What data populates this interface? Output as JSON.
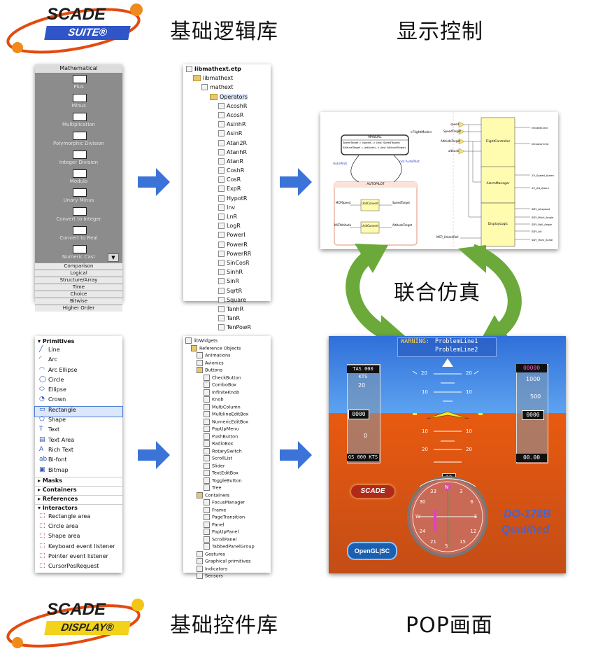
{
  "logos": {
    "top": {
      "line1": "SCADE",
      "line2": "SUITE®"
    },
    "bottom": {
      "line1": "SCADE",
      "line2": "DISPLAY®"
    }
  },
  "captions": {
    "top_left": "基础逻辑库",
    "top_right": "显示控制",
    "middle": "联合仿真",
    "bottom_left": "基础控件库",
    "bottom_right": "POP画面"
  },
  "operators_panel": {
    "title": "Mathematical",
    "items": [
      "Plus",
      "Minus",
      "Multiplication",
      "Polymorphic Division",
      "Integer Division",
      "Modulo",
      "Unary Minus",
      "Convert to Integer",
      "Convert to Real",
      "Numeric Cast"
    ],
    "categories": [
      "Comparison",
      "Logical",
      "Structure/Array",
      "Time",
      "Choice",
      "Bitwise",
      "Higher Order"
    ]
  },
  "libmathext_tree": {
    "root": "libmathext.etp",
    "project": "libmathext",
    "package": "mathext",
    "group": "Operators",
    "operators": [
      "AcoshR",
      "AcosR",
      "AsinhR",
      "AsinR",
      "Atan2R",
      "AtanhR",
      "AtanR",
      "CoshR",
      "CosR",
      "ExpR",
      "HypotR",
      "Inv",
      "LnR",
      "LogR",
      "PowerI",
      "PowerR",
      "PowerRR",
      "SinCosR",
      "SinhR",
      "SinR",
      "SqrtR",
      "Square",
      "TanhR",
      "TanR",
      "TenPowR"
    ]
  },
  "primitives_panel": {
    "sections_top": "Primitives",
    "primitives": [
      "Line",
      "Arc",
      "Arc Ellipse",
      "Circle",
      "Ellipse",
      "Crown",
      "Rectangle",
      "Shape",
      "Text",
      "Text Area",
      "Rich Text",
      "Bi-font",
      "Bitmap"
    ],
    "primitive_icons": [
      "line-icon",
      "arc-icon",
      "arc-ellipse-icon",
      "circle-icon",
      "ellipse-icon",
      "crown-icon",
      "rectangle-icon",
      "shape-icon",
      "text-icon",
      "text-area-icon",
      "rich-text-icon",
      "bi-font-icon",
      "bitmap-icon"
    ],
    "selected": "Rectangle",
    "collapsed_sections": [
      "Masks",
      "Containers",
      "References"
    ],
    "interactors_title": "Interactors",
    "interactors": [
      "Rectangle area",
      "Circle area",
      "Shape area",
      "Keyboard event listener",
      "Pointer event listener",
      "CursorPosRequest"
    ]
  },
  "widgets_tree": {
    "root": "libWidgets",
    "reference_objects": "Reference Objects",
    "groups_top": [
      "Animations",
      "Avionics"
    ],
    "buttons_group": "Buttons",
    "buttons": [
      "CheckButton",
      "ComboBox",
      "InfiniteKnob",
      "Knob",
      "MultiColumn",
      "MultilineEditBox",
      "NumericEditBox",
      "PopUpMenu",
      "PushButton",
      "RadioBox",
      "RotarySwitch",
      "ScrollList",
      "Slider",
      "TextEditBox",
      "ToggleButton",
      "Tree"
    ],
    "containers_group": "Containers",
    "containers": [
      "FocusManager",
      "Frame",
      "PageTransition",
      "Panel",
      "PopUpPanel",
      "ScrollPanel",
      "TabbedPanelGroup"
    ],
    "groups_bottom": [
      "Gestures",
      "Graphical primitives",
      "Indicators",
      "Sensors"
    ]
  },
  "state_machine": {
    "top_state": "MANUAL",
    "top_lines": [
      "SpeedTarget = (speed) -> (last 'SpeedTarget)",
      "AltitudeTarget = (altitude) -> (last 'AltitudeTarget)"
    ],
    "flight_mode": "<FlightMode>",
    "auto_pilot": "AutoPilot",
    "not_auto_pilot": "not AutoPilot",
    "bottom_state": "AUTOPILOT",
    "blocks": [
      {
        "input": "MCPSpeed",
        "name": "UnitConvert",
        "output": "SpeedTarget"
      },
      {
        "input": "MCPAltitude",
        "name": "UnitConvert",
        "output": "AltitudeTarget"
      }
    ]
  },
  "dataflow": {
    "inputs": [
      "speed",
      "SpeedTarget",
      "AltitudeTarget",
      "altitude"
    ],
    "extra_input": "MCP_UnlockRoll",
    "blocks": [
      "FlightController",
      "AlarmManager",
      "DisplayLogic"
    ],
    "outputs": [
      "throttleCmd",
      "elevatorCmd",
      "2V_Speed_Alarm",
      "2V_Alt_Alarm",
      "SDY_Airspeed",
      "SDY_Pitch_Angle",
      "SDY_Roll_Angle",
      "SDY_Alt",
      "SDY_Horz_Scale"
    ]
  },
  "pfd": {
    "warning_label": "WARNING:",
    "warning_lines": [
      "ProblemLine1",
      "ProblemLine2"
    ],
    "tas_label": "TAS 000 KTS",
    "gs_label": "GS 000 KTS",
    "speed_ticks": [
      "20",
      "0"
    ],
    "speed_value": "0000",
    "pitch_labels_top": [
      "20",
      "20",
      "10",
      "10"
    ],
    "pitch_labels_bottom": [
      "10",
      "10",
      "20",
      "20"
    ],
    "alt_top": "00000",
    "alt_ticks": [
      "1000",
      "500"
    ],
    "alt_value": "0000",
    "alt_bottom": "00.00",
    "heading_value": "12",
    "compass_labels": [
      "N",
      "3",
      "6",
      "E",
      "12",
      "15",
      "S",
      "21",
      "24",
      "W",
      "30",
      "33"
    ],
    "scade_badge": "SCADE",
    "opengl_badge": "OpenGL|SC",
    "cert_line1": "DO-178B",
    "cert_line2": "Qualified",
    "colors": {
      "sky": "#2f6fd9",
      "ground": "#e85a10",
      "cert_text": "#4b63c8"
    }
  },
  "colors": {
    "arrow_blue": "#3b73d8",
    "arrow_green": "#6aa93a"
  }
}
